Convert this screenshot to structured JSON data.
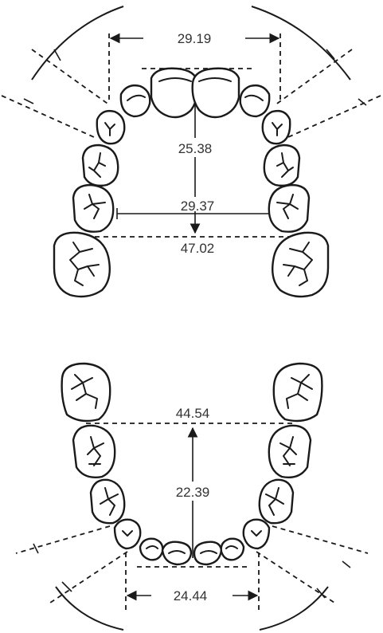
{
  "maxillary_arch": {
    "intercanine_width": "29.19",
    "arch_depth": "25.38",
    "interpremolar_width": "29.37",
    "intermolar_width": "47.02"
  },
  "mandibular_arch": {
    "intermolar_width": "44.54",
    "arch_depth": "22.39",
    "intercanine_width": "24.44"
  },
  "colors": {
    "ink": "#1a1a1a",
    "label": "#333333",
    "background": "#ffffff"
  }
}
